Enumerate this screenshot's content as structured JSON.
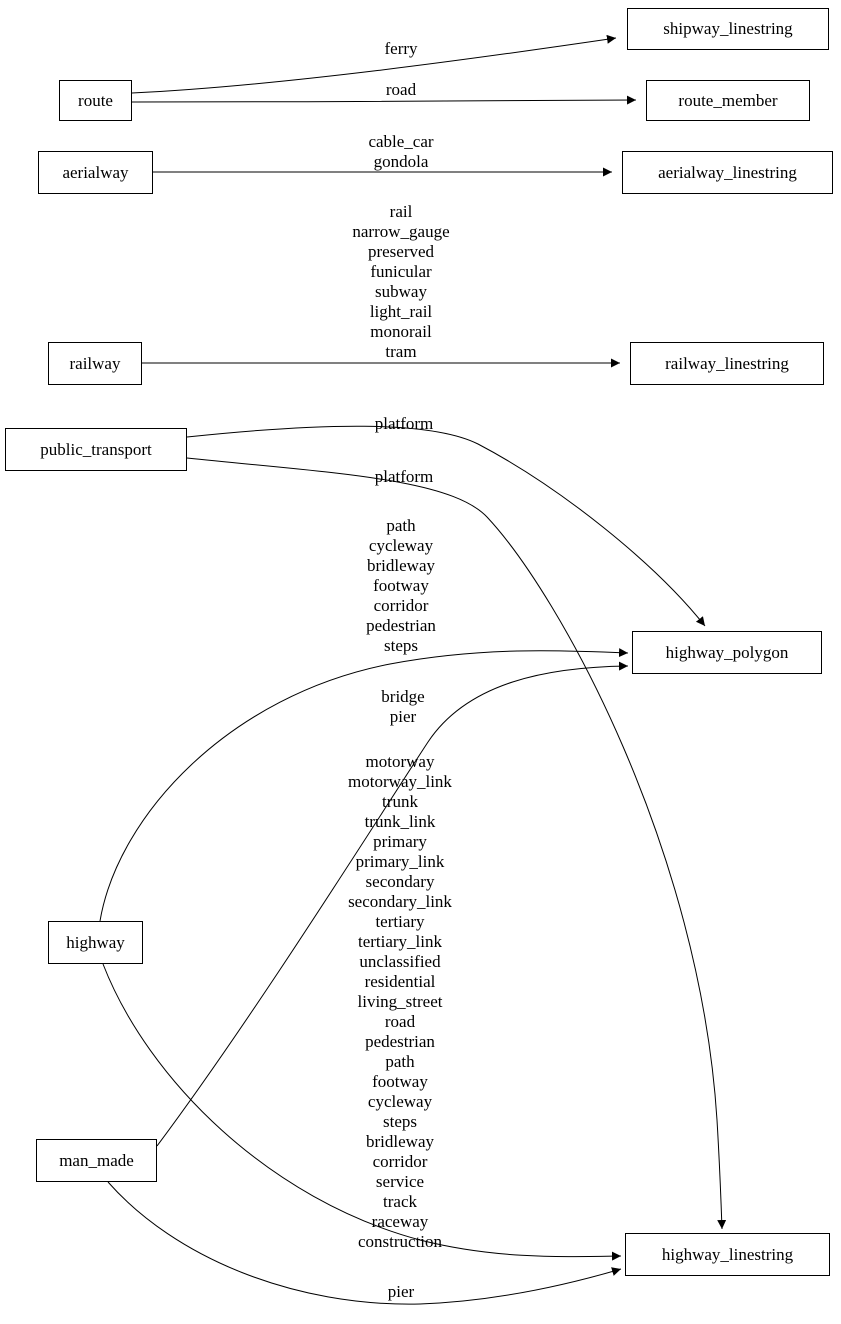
{
  "diagram": {
    "colors": {
      "background": "#ffffff",
      "node_border": "#000000",
      "node_fill": "#ffffff",
      "edge_stroke": "#000000",
      "text": "#000000"
    },
    "nodes": {
      "route": "route",
      "aerialway": "aerialway",
      "railway": "railway",
      "public_transport": "public_transport",
      "highway": "highway",
      "man_made": "man_made",
      "shipway_linestring": "shipway_linestring",
      "route_member": "route_member",
      "aerialway_linestring": "aerialway_linestring",
      "railway_linestring": "railway_linestring",
      "highway_polygon": "highway_polygon",
      "highway_linestring": "highway_linestring"
    },
    "edges": {
      "route_to_shipway_linestring": {
        "from": "route",
        "to": "shipway_linestring",
        "label": "ferry"
      },
      "route_to_route_member": {
        "from": "route",
        "to": "route_member",
        "label": "road"
      },
      "aerialway_to_aerialway_linestring": {
        "from": "aerialway",
        "to": "aerialway_linestring",
        "label": "cable_car\ngondola"
      },
      "railway_to_railway_linestring": {
        "from": "railway",
        "to": "railway_linestring",
        "label": "rail\nnarrow_gauge\npreserved\nfunicular\nsubway\nlight_rail\nmonorail\ntram"
      },
      "public_transport_to_highway_polygon": {
        "from": "public_transport",
        "to": "highway_polygon",
        "label": "platform"
      },
      "public_transport_to_highway_linestring": {
        "from": "public_transport",
        "to": "highway_linestring",
        "label": "platform"
      },
      "highway_to_highway_polygon": {
        "from": "highway",
        "to": "highway_polygon",
        "label": "path\ncycleway\nbridleway\nfootway\ncorridor\npedestrian\nsteps"
      },
      "man_made_to_highway_polygon": {
        "from": "man_made",
        "to": "highway_polygon",
        "label": "bridge\npier"
      },
      "highway_to_highway_linestring": {
        "from": "highway",
        "to": "highway_linestring",
        "label": "motorway\nmotorway_link\ntrunk\ntrunk_link\nprimary\nprimary_link\nsecondary\nsecondary_link\ntertiary\ntertiary_link\nunclassified\nresidential\nliving_street\nroad\npedestrian\npath\nfootway\ncycleway\nsteps\nbridleway\ncorridor\nservice\ntrack\nraceway\nconstruction"
      },
      "man_made_to_highway_linestring": {
        "from": "man_made",
        "to": "highway_linestring",
        "label": "pier"
      }
    }
  }
}
